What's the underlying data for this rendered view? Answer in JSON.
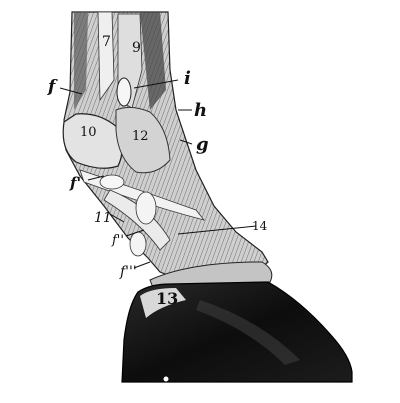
{
  "figure": {
    "labels": {
      "l7": "7",
      "l9": "9",
      "f": "f",
      "i": "i",
      "h": "h",
      "l10": "10",
      "l12": "12",
      "g": "g",
      "f1": "f'",
      "l11": "11",
      "f2": "f''",
      "l14": "14",
      "f3": "f'''",
      "l13": "13"
    }
  },
  "colors": {
    "ink": "#111111",
    "hoof": "#161616",
    "bone": "#d9d9d9",
    "shade": "#8a8a8a"
  }
}
